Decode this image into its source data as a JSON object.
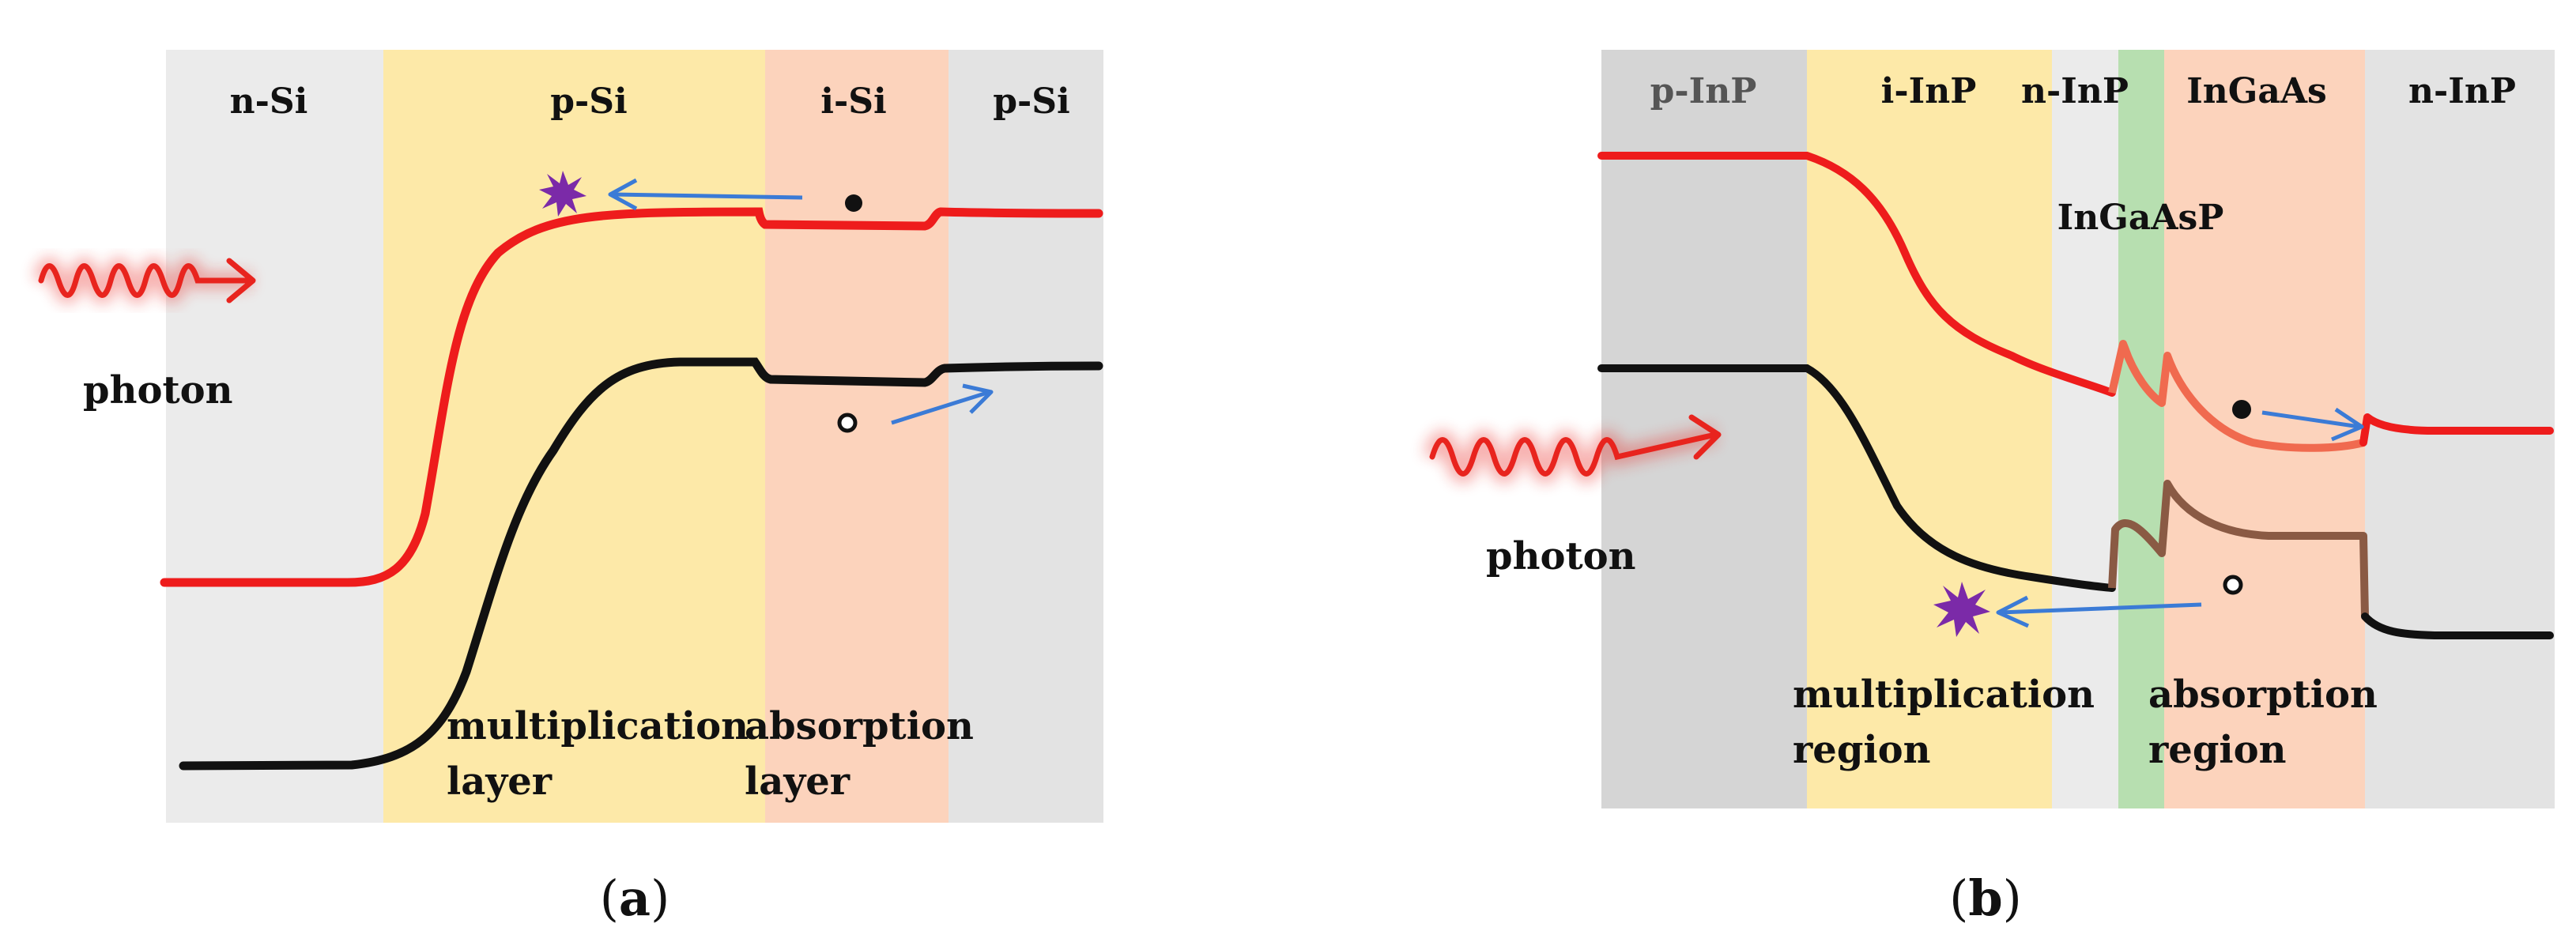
{
  "colors": {
    "n_si": "#ebebeb",
    "p_si": "#fde9a8",
    "i_si": "#fcd3bc",
    "p_si_right": "#e3e3e3",
    "p_inp": "#d5d5d5",
    "i_inp": "#fde9a8",
    "n_inp_mid": "#ebebeb",
    "ingaasp": "#b7dfb0",
    "ingaas": "#fcd3bc",
    "n_inp_right": "#e3e3e3",
    "conduction_band": "#ee1c1c",
    "valence_band": "#111111",
    "ingaas_conduction": "#f06a4f",
    "ingaas_valence": "#8a5a44",
    "arrow": "#3b7bd6",
    "burst": "#7b2aa8",
    "photon": "#e8241e"
  },
  "icons": {
    "photon": "photon-wave-icon",
    "ionization": "impact-ionization-burst-icon",
    "electron": "electron-dot-icon",
    "hole": "hole-circle-icon"
  },
  "panel_a": {
    "regions": [
      "n-Si",
      "p-Si",
      "i-Si",
      "p-Si"
    ],
    "photon_label": "photon",
    "multiplication_label": [
      "multiplication",
      "layer"
    ],
    "absorption_label": [
      "absorption",
      "layer"
    ],
    "caption": {
      "open": "(",
      "letter": "a",
      "close": ")"
    }
  },
  "panel_b": {
    "regions": [
      "p-InP",
      "i-InP",
      "n-InP",
      "InGaAs",
      "n-InP"
    ],
    "grading_layer_label": "InGaAsP",
    "photon_label": "photon",
    "multiplication_label": [
      "multiplication",
      "region"
    ],
    "absorption_label": [
      "absorption",
      "region"
    ],
    "caption": {
      "open": "(",
      "letter": "b",
      "close": ")"
    }
  }
}
